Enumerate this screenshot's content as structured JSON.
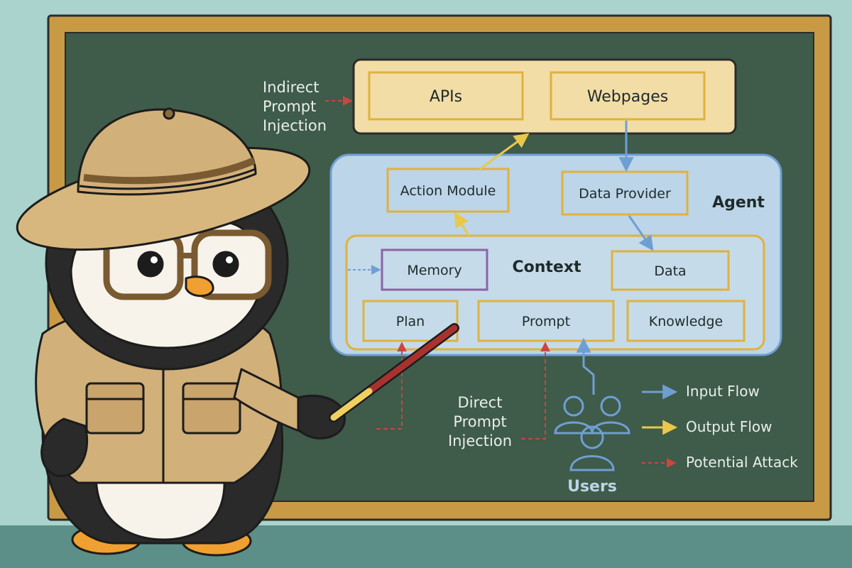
{
  "colors": {
    "wall": "#a9d3cc",
    "floor": "#5c8f87",
    "frame": "#c99a45",
    "board": "#3f5b4a",
    "external_box": "#f3dda7",
    "agent_box": "#bcd5e8",
    "context_box": "#c5dbe9",
    "module_border": "#e0b23c",
    "memory_border": "#8e62a8",
    "input_flow": "#6f9fd2",
    "output_flow": "#e9c84a",
    "attack": "#c9473e",
    "chalk": "#e8efe9",
    "ink": "#1f2a2a"
  },
  "external": {
    "apis": "APIs",
    "webpages": "Webpages"
  },
  "indirect_injection": [
    "Indirect",
    "Prompt",
    "Injection"
  ],
  "agent": {
    "title": "Agent",
    "action_module": "Action Module",
    "data_provider": "Data Provider"
  },
  "context": {
    "title": "Context",
    "memory": "Memory",
    "data": "Data",
    "plan": "Plan",
    "prompt": "Prompt",
    "knowledge": "Knowledge"
  },
  "direct_injection": [
    "Direct",
    "Prompt",
    "Injection"
  ],
  "users_label": "Users",
  "legend": [
    {
      "label": "Input Flow",
      "kind": "input"
    },
    {
      "label": "Output Flow",
      "kind": "output"
    },
    {
      "label": "Potential Attack",
      "kind": "attack"
    }
  ],
  "mascot": {
    "icon": "penguin-explorer-icon"
  }
}
